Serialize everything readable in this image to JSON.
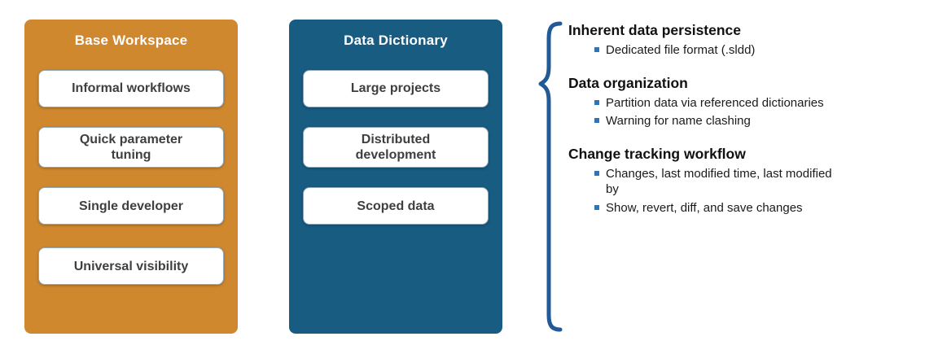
{
  "colors": {
    "orange_panel": "#d0882e",
    "blue_panel": "#185c82",
    "brace_blue": "#215a97",
    "bullet_blue": "#2e75b6"
  },
  "panels": [
    {
      "title": "Base Workspace",
      "items": [
        "Informal workflows",
        "Quick parameter\ntuning",
        "Single developer",
        "Universal visibility"
      ]
    },
    {
      "title": "Data Dictionary",
      "items": [
        "Large projects",
        "Distributed\ndevelopment",
        "Scoped data"
      ]
    }
  ],
  "details": {
    "sections": [
      {
        "heading": "Inherent data persistence",
        "bullets": [
          "Dedicated file format (.sldd)"
        ]
      },
      {
        "heading": "Data organization",
        "bullets": [
          "Partition data via referenced dictionaries",
          "Warning for name clashing"
        ]
      },
      {
        "heading": "Change tracking workflow",
        "bullets": [
          "Changes, last modified time, last modified by",
          "Show, revert, diff, and save changes"
        ]
      }
    ]
  }
}
